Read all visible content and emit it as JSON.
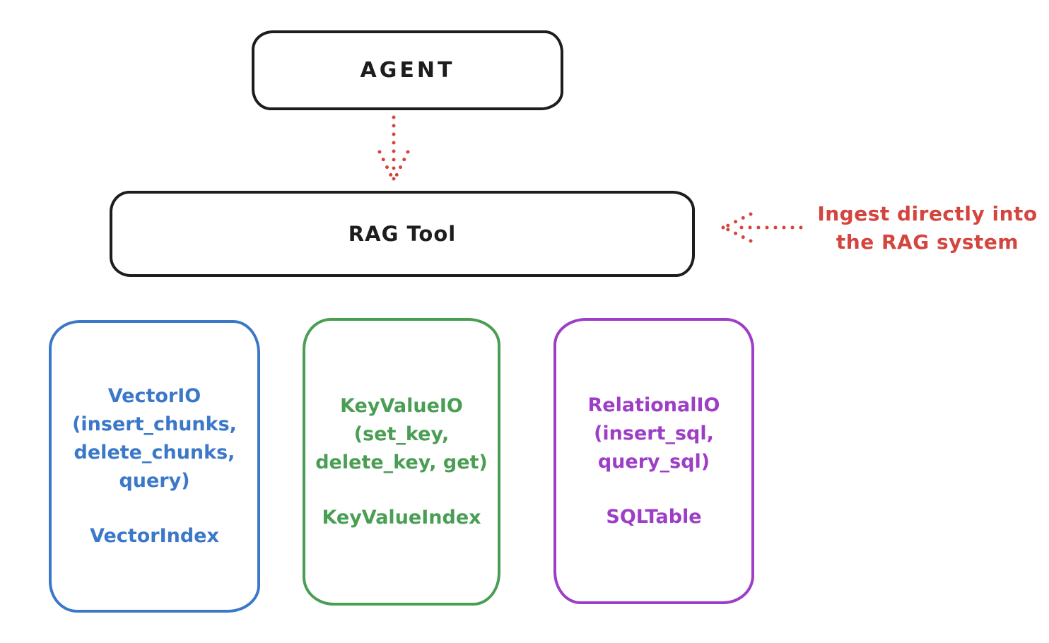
{
  "colors": {
    "stroke_black": "#1d1d1d",
    "accent_red": "#d3453e",
    "vector_blue": "#3b78c8",
    "keyvalue_green": "#4a9e54",
    "relational_purple": "#9d3ec6",
    "background": "#ffffff"
  },
  "nodes": {
    "agent": {
      "label": "AGENT"
    },
    "rag_tool": {
      "label": "RAG Tool"
    }
  },
  "annotation": {
    "line1": "Ingest directly into",
    "line2": "the RAG system"
  },
  "io_boxes": [
    {
      "id": "vector",
      "color": "#3b78c8",
      "lines": [
        "VectorIO",
        "(insert_chunks,",
        "delete_chunks,",
        "query)"
      ],
      "index_label": "VectorIndex"
    },
    {
      "id": "keyvalue",
      "color": "#4a9e54",
      "lines": [
        "KeyValueIO",
        "(set_key,",
        "delete_key, get)"
      ],
      "index_label": "KeyValueIndex"
    },
    {
      "id": "relational",
      "color": "#9d3ec6",
      "lines": [
        "RelationalIO",
        "(insert_sql,",
        "query_sql)"
      ],
      "index_label": "SQLTable"
    }
  ]
}
